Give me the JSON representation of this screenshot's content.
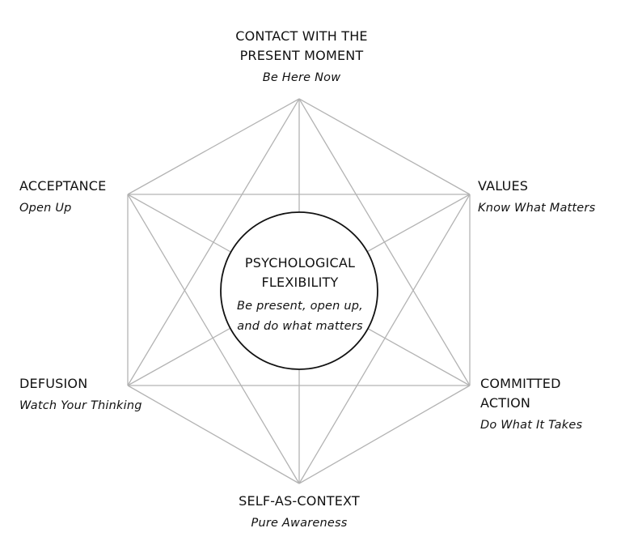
{
  "colors": {
    "line": "#b3b3b3",
    "circle_stroke": "#111111",
    "text": "#111111",
    "background": "#ffffff"
  },
  "nodes": {
    "contact": {
      "title_line1": "CONTACT WITH THE",
      "title_line2": "PRESENT MOMENT",
      "subtitle": "Be Here Now"
    },
    "acceptance": {
      "title": "ACCEPTANCE",
      "subtitle": "Open Up"
    },
    "values": {
      "title": "VALUES",
      "subtitle": "Know What Matters"
    },
    "defusion": {
      "title": "DEFUSION",
      "subtitle": "Watch Your Thinking"
    },
    "committed_action": {
      "title_line1": "COMMITTED",
      "title_line2": "ACTION",
      "subtitle": "Do What It Takes"
    },
    "self_as_context": {
      "title": "SELF-AS-CONTEXT",
      "subtitle": "Pure Awareness"
    }
  },
  "center": {
    "title_line1": "PSYCHOLOGICAL",
    "title_line2": "FLEXIBILITY",
    "tagline_line1": "Be present, open up,",
    "tagline_line2": "and do what matters"
  }
}
